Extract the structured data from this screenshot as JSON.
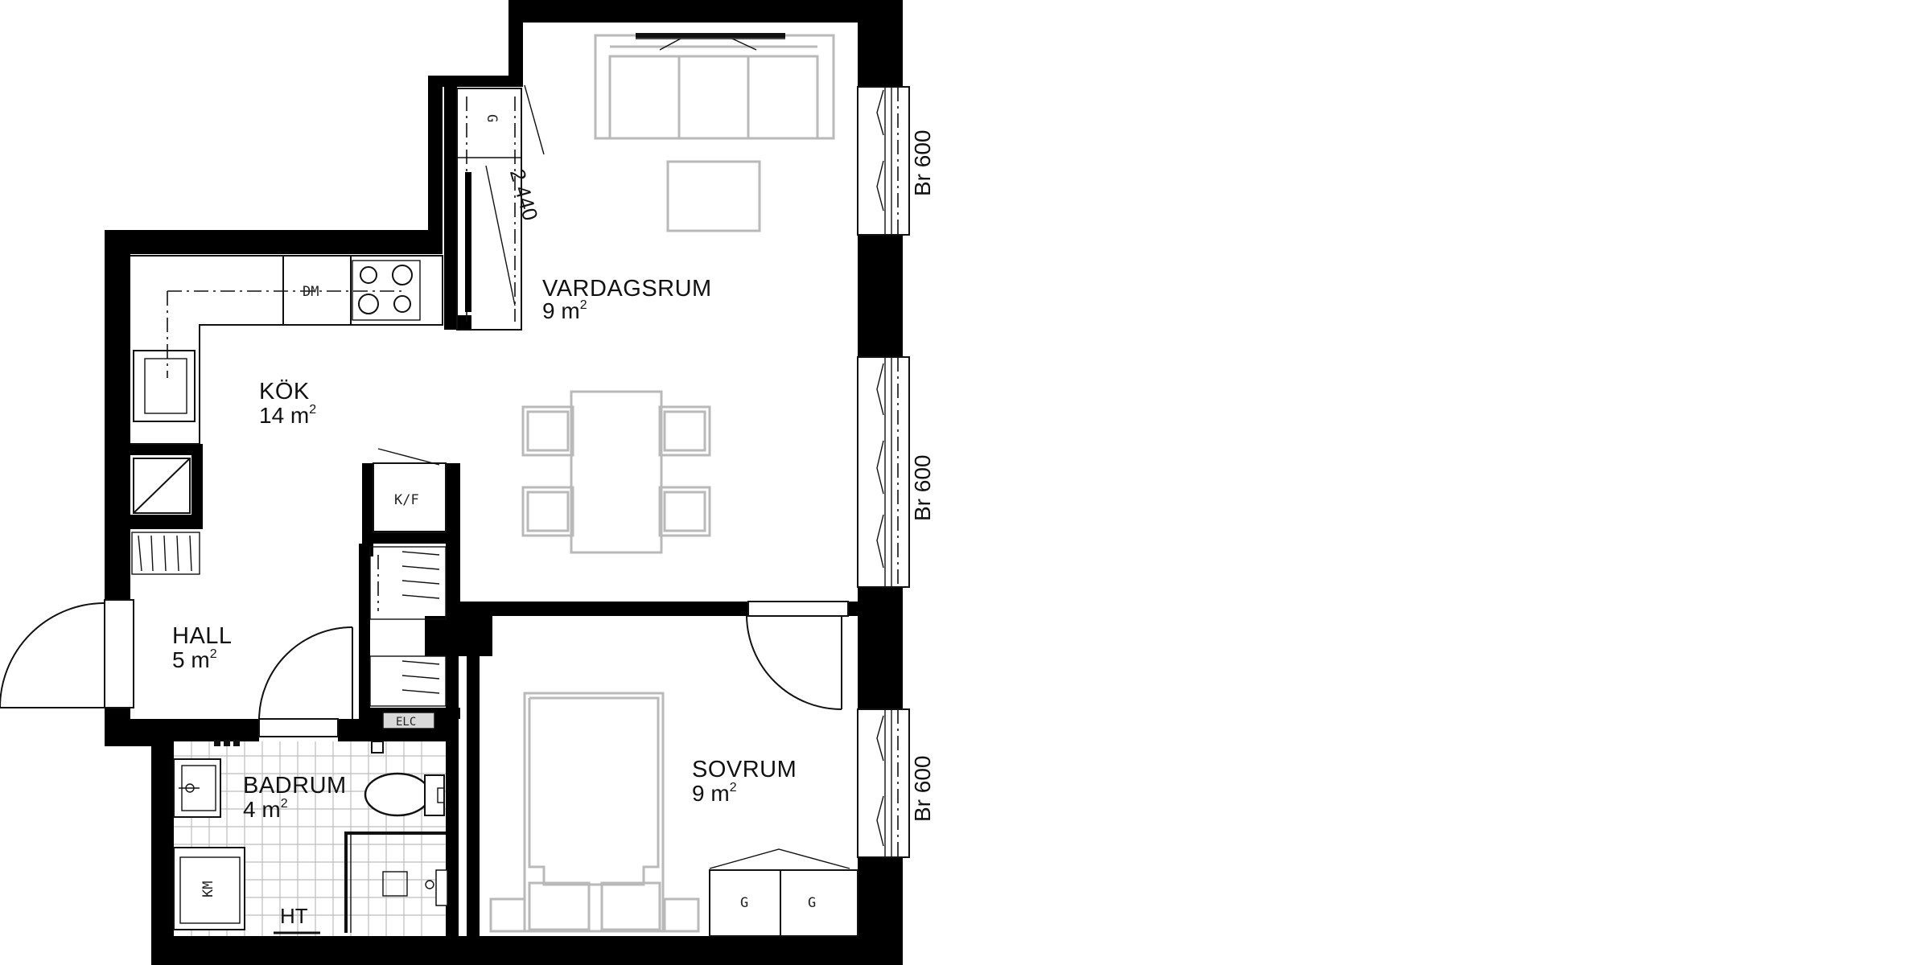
{
  "rooms": {
    "vardagsrum": {
      "name": "VARDAGSRUM",
      "area_value": "9 m",
      "area_sup": "2"
    },
    "kok": {
      "name": "KÖK",
      "area_value": "14 m",
      "area_sup": "2"
    },
    "hall": {
      "name": "HALL",
      "area_value": "5 m",
      "area_sup": "2"
    },
    "badrum": {
      "name": "BADRUM",
      "area_value": "4 m",
      "area_sup": "2"
    },
    "sovrum": {
      "name": "SOVRUM",
      "area_value": "9 m",
      "area_sup": "2"
    }
  },
  "fixtures": {
    "dishwasher": "DM",
    "fridge_freezer": "K/F",
    "wardrobe_living": "G",
    "wardrobe_bed_1": "G",
    "wardrobe_bed_2": "G",
    "electrical_cabinet": "ELC",
    "washing_machine": "KM",
    "towel_heater": "HT"
  },
  "dimensions": {
    "wardrobe_width": "2 440"
  },
  "windows": {
    "living_top": "Br 600",
    "living_bottom": "Br 600",
    "bedroom": "Br 600"
  }
}
